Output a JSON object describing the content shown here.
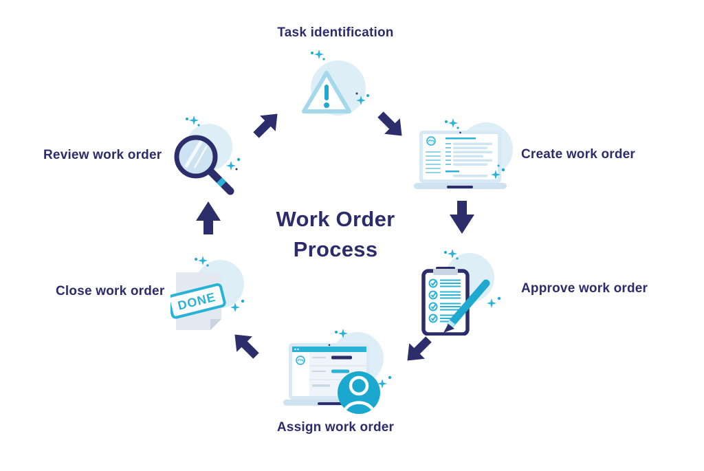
{
  "title": {
    "line1": "Work Order",
    "line2": "Process"
  },
  "steps": {
    "task": {
      "label": "Task identification",
      "icon": "warning-triangle-icon"
    },
    "create": {
      "label": "Create work order",
      "icon": "laptop-form-icon"
    },
    "approve": {
      "label": "Approve work order",
      "icon": "clipboard-checklist-icon"
    },
    "assign": {
      "label": "Assign work order",
      "icon": "laptop-user-icon"
    },
    "close": {
      "label": "Close work order",
      "icon": "done-stamp-document-icon"
    },
    "review": {
      "label": "Review work order",
      "icon": "magnifier-icon"
    }
  },
  "stamp": {
    "text": "DONE"
  },
  "colors": {
    "navy": "#2b2e6b",
    "text_navy": "#2c2b6b",
    "teal": "#1ba8cf",
    "teal_bright": "#29b2d6",
    "triangle_outline": "#a5d8ea",
    "icon_circle_bg": "#ddeef6",
    "laptop_frame": "#d7e9f4",
    "paper_gray": "#e3e9f0",
    "background": "#ffffff"
  }
}
